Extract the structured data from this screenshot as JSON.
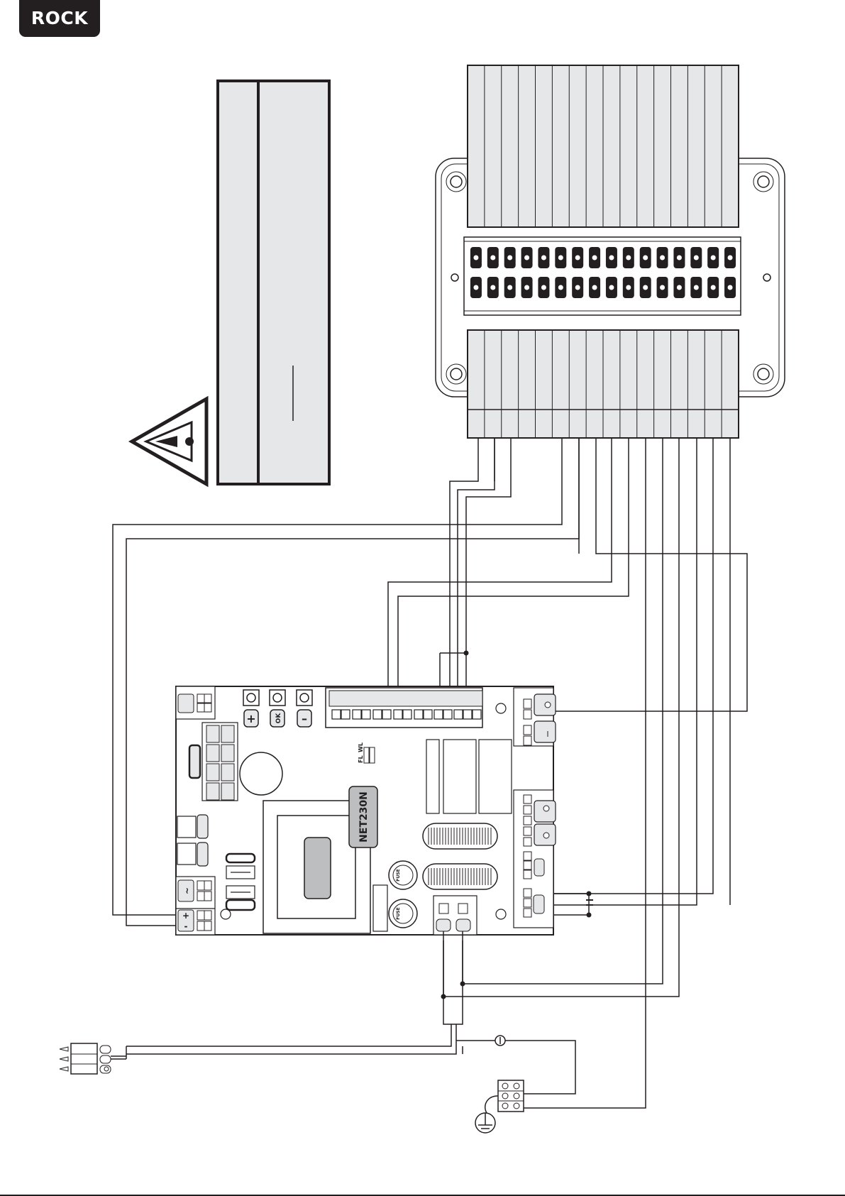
{
  "header": {
    "brand": "ROCK"
  },
  "board": {
    "module_label": "NET230N",
    "button_labels": [
      "+",
      "OK",
      "–"
    ],
    "dip_labels": [
      "FL",
      "WL"
    ],
    "fuse_label": "FUSE",
    "power_terminals": [
      "+",
      "-"
    ],
    "ac_terminal": "~"
  },
  "terminal_block": {
    "columns": 16
  },
  "colors": {
    "line": "#231f20",
    "panel": "#e6e7e8",
    "module": "#bcbec0"
  },
  "icons": [
    "warning-icon",
    "earth-ground-icon",
    "flashing-light-icon",
    "lamp-icon",
    "capacitor-icon",
    "plug-icon"
  ]
}
